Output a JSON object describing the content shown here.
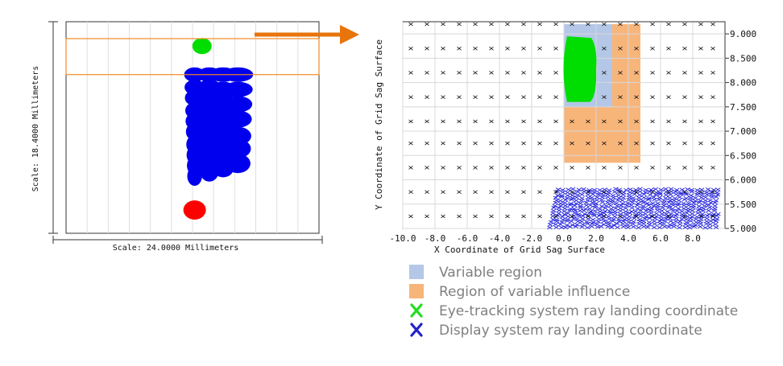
{
  "chart_data": [
    {
      "type": "scatter",
      "left_scale_label": "Scale: 18.4000 Millimeters",
      "bottom_scale_label": "Scale: 24.0000 Millimeters",
      "series": [
        {
          "color": "#00dd00",
          "points": [
            [
              0.9,
              8.85
            ]
          ]
        },
        {
          "color": "#0000ee",
          "points": [
            [
              0.2,
              7.5
            ],
            [
              0.2,
              6.9
            ],
            [
              0.2,
              6.4
            ],
            [
              0.2,
              5.8
            ],
            [
              0.2,
              5.3
            ],
            [
              0.2,
              4.8
            ],
            [
              0.2,
              4.2
            ],
            [
              0.2,
              3.7
            ],
            [
              0.2,
              3.2
            ],
            [
              0.2,
              2.7
            ],
            [
              1.6,
              7.5
            ],
            [
              1.6,
              6.9
            ],
            [
              1.6,
              6.3
            ],
            [
              1.6,
              5.8
            ],
            [
              1.6,
              5.2
            ],
            [
              1.6,
              4.6
            ],
            [
              1.6,
              4.1
            ],
            [
              1.6,
              3.5
            ],
            [
              1.6,
              2.9
            ],
            [
              2.9,
              7.5
            ],
            [
              2.9,
              6.8
            ],
            [
              2.9,
              6.2
            ],
            [
              2.9,
              5.5
            ],
            [
              2.9,
              4.9
            ],
            [
              2.9,
              4.3
            ],
            [
              2.9,
              3.7
            ],
            [
              2.9,
              3.1
            ],
            [
              4.3,
              7.5
            ],
            [
              4.3,
              6.8
            ],
            [
              4.3,
              6.1
            ],
            [
              4.3,
              5.4
            ],
            [
              4.3,
              4.6
            ],
            [
              4.3,
              4.0
            ],
            [
              4.3,
              3.3
            ]
          ]
        },
        {
          "color": "#ff0000",
          "points": [
            [
              0.2,
              1.1
            ]
          ]
        }
      ],
      "highlight_band_y": [
        7.5,
        9.2
      ],
      "colors": {
        "highlight": "#f08a24",
        "arrow": "#e8740c"
      }
    },
    {
      "type": "scatter",
      "xlabel": "X Coordinate of Grid Sag Surface",
      "ylabel": "Y Coordinate of Grid Sag Surface",
      "xlim": [
        -10.0,
        10.0
      ],
      "ylim": [
        5.0,
        9.25
      ],
      "x_ticks": [
        "-10.0",
        "-8.0",
        "-6.0",
        "-4.0",
        "-2.0",
        "0.0",
        "2.0",
        "4.0",
        "6.0",
        "8.0"
      ],
      "y_ticks": [
        "9.000",
        "8.500",
        "8.000",
        "7.500",
        "7.000",
        "6.500",
        "6.000",
        "5.500",
        "5.000"
      ],
      "grid": true,
      "regions": [
        {
          "name": "Variable region",
          "color": "#b4c7e7",
          "x": [
            0.0,
            3.0
          ],
          "y": [
            7.5,
            9.2
          ]
        },
        {
          "name": "Region of variable influence",
          "color": "#f8b57a",
          "x": [
            3.0,
            4.75
          ],
          "y": [
            7.5,
            9.2
          ]
        },
        {
          "name": "Region of variable influence",
          "color": "#f8b57a",
          "x": [
            0.0,
            4.75
          ],
          "y": [
            6.35,
            7.5
          ]
        }
      ],
      "grid_marker_rows_y": [
        9.2,
        8.7,
        8.2,
        7.7,
        7.2,
        6.75,
        6.25,
        5.75,
        5.25
      ],
      "grid_marker_cols_x": [
        -9.5,
        -8.5,
        -7.5,
        -6.5,
        -5.5,
        -4.5,
        -3.5,
        -2.5,
        -1.5,
        -0.5,
        0.5,
        1.5,
        2.5,
        3.5,
        4.5,
        5.5,
        6.5,
        7.5,
        8.5,
        9.25
      ],
      "eye_tracking_patch": {
        "x": [
          -0.1,
          2.0
        ],
        "y": [
          7.6,
          8.95
        ],
        "color": "#00dd00"
      },
      "display_cloud": {
        "x": [
          -0.7,
          9.6
        ],
        "y_top": 5.8,
        "y_bottom": 5.0,
        "color": "#2222dd"
      },
      "legend": [
        {
          "label": "Variable region",
          "color": "#b4c7e7",
          "shape": "square"
        },
        {
          "label": "Region of variable influence",
          "color": "#f8b57a",
          "shape": "square"
        },
        {
          "label": "Eye-tracking system ray landing coordinate",
          "color": "#22dd22",
          "shape": "x"
        },
        {
          "label": "Display system ray landing coordinate",
          "color": "#2222cc",
          "shape": "x"
        }
      ]
    }
  ]
}
